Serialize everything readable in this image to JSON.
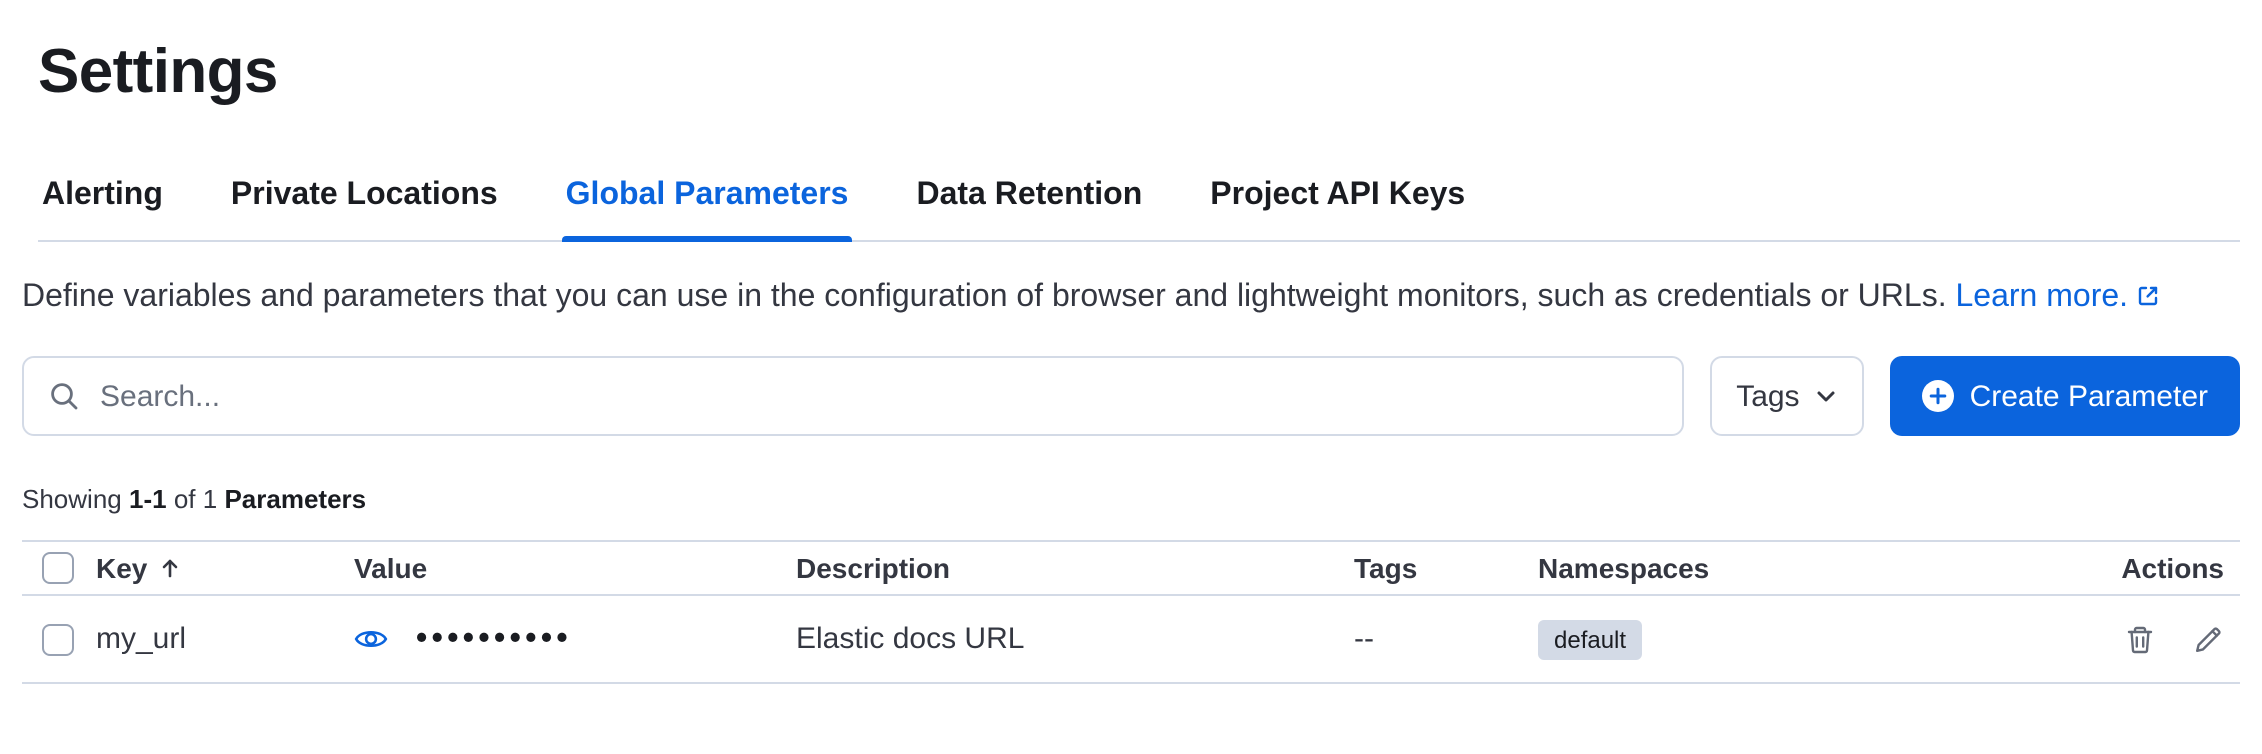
{
  "page": {
    "title": "Settings"
  },
  "tabs": [
    {
      "label": "Alerting"
    },
    {
      "label": "Private Locations"
    },
    {
      "label": "Global Parameters"
    },
    {
      "label": "Data Retention"
    },
    {
      "label": "Project API Keys"
    }
  ],
  "intro": {
    "text": "Define variables and parameters that you can use in the configuration of browser and lightweight monitors, such as credentials or URLs.",
    "link_label": "Learn more."
  },
  "toolbar": {
    "search_placeholder": "Search...",
    "tags_label": "Tags",
    "create_label": "Create Parameter"
  },
  "summary": {
    "showing": "Showing",
    "range": "1-1",
    "of": "of 1",
    "entity": "Parameters"
  },
  "table": {
    "headers": {
      "key": "Key",
      "value": "Value",
      "description": "Description",
      "tags": "Tags",
      "namespaces": "Namespaces",
      "actions": "Actions"
    },
    "rows": [
      {
        "key": "my_url",
        "masked_value": "••••••••••",
        "description": "Elastic docs URL",
        "tags": "--",
        "namespace": "default"
      }
    ]
  },
  "colors": {
    "primary": "#0b64dd",
    "link": "#0b64dd",
    "border": "#d3dae6",
    "badge_bg": "#d3dae6",
    "text": "#343741",
    "heading": "#1a1c21",
    "muted": "#69707d"
  }
}
